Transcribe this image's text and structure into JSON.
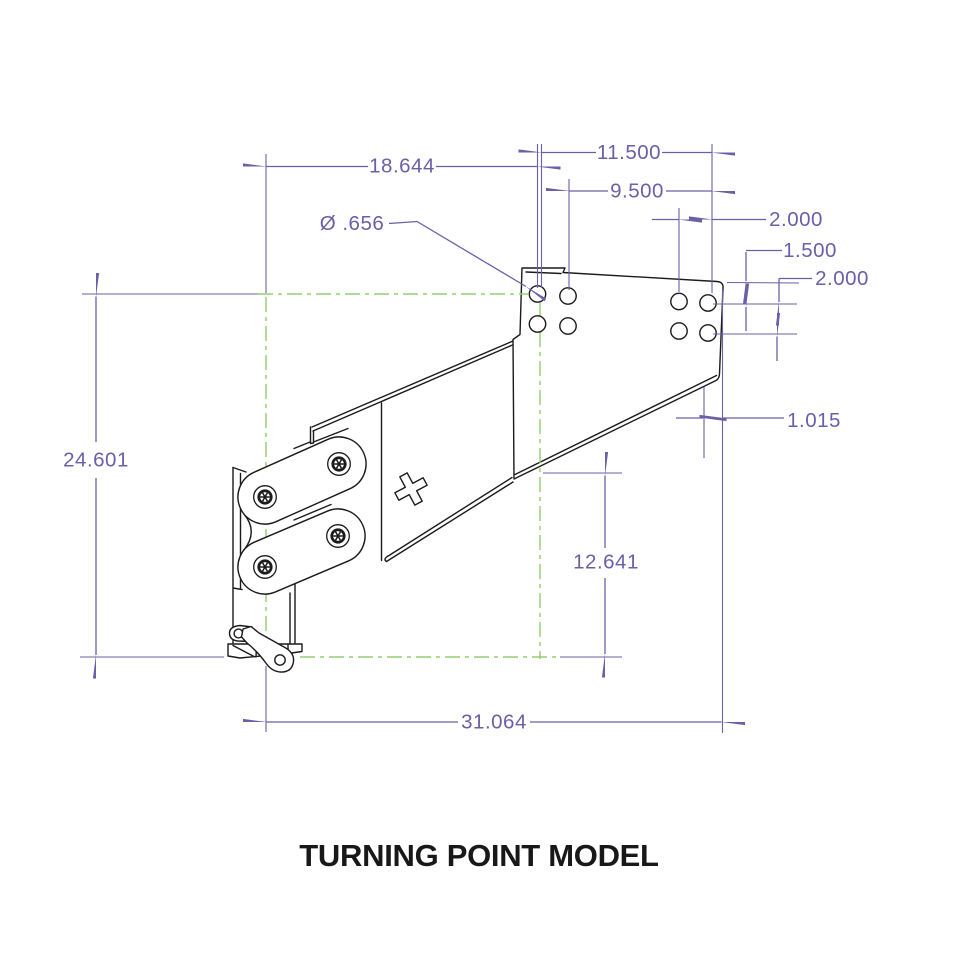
{
  "title": "TURNING POINT MODEL",
  "callouts": {
    "hole_diameter": "Ø .656"
  },
  "dimensions": {
    "overall_width_top": "18.644",
    "hole_group_width": "11.500",
    "hole_group_inner_width": "9.500",
    "hole_spacing_right": "2.000",
    "top_edge_to_first_row": "1.500",
    "first_to_second_row": "2.000",
    "bottom_flange_offset": "1.015",
    "overall_height_left": "24.601",
    "plate_to_base_height": "12.641",
    "overall_length_bottom": "31.064"
  },
  "colors": {
    "dimension_purple": "#6b5fa8",
    "centerline_green": "#93cd6d",
    "geometry_black": "#1b1b1b",
    "background": "#ffffff"
  }
}
